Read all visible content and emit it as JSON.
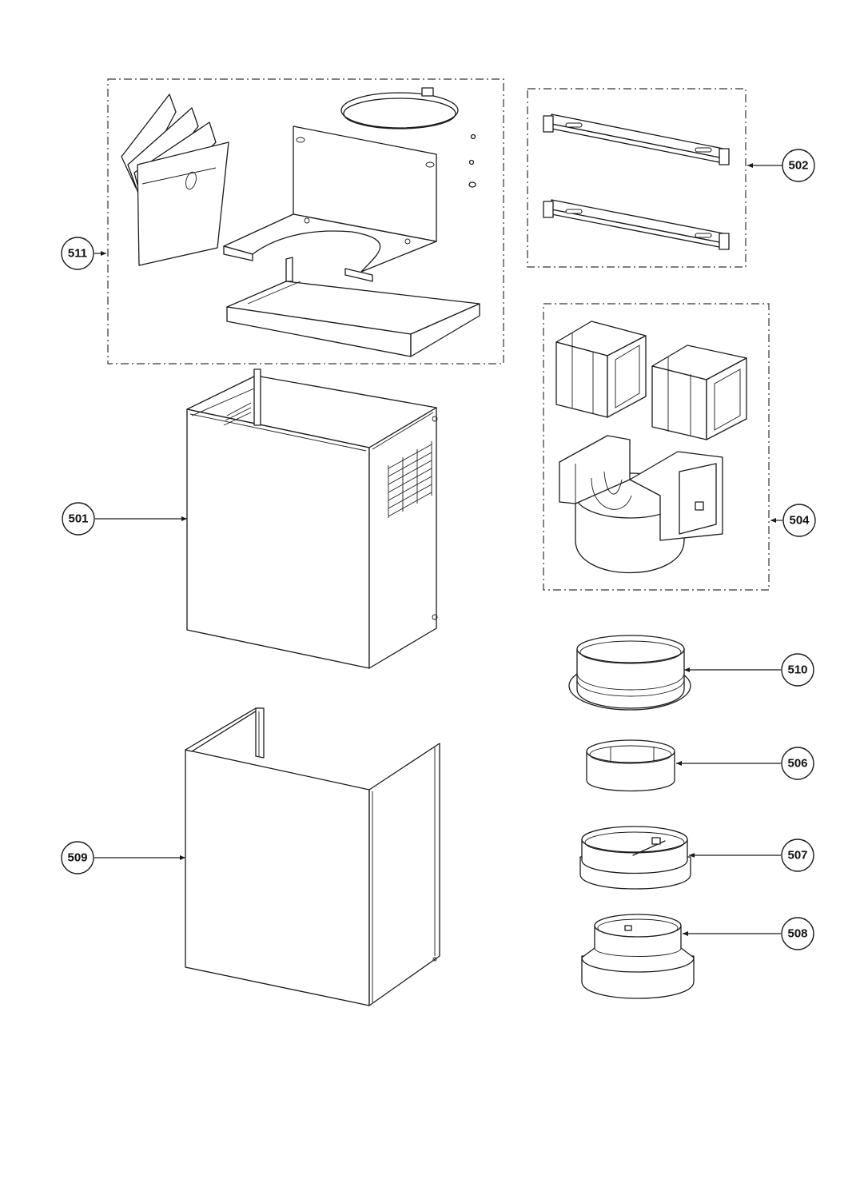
{
  "labels": {
    "p511": "511",
    "p502": "502",
    "p501": "501",
    "p504": "504",
    "p510": "510",
    "p506": "506",
    "p509": "509",
    "p507": "507",
    "p508": "508"
  },
  "colors": {
    "line": "#1a1a1a",
    "background": "#ffffff"
  }
}
